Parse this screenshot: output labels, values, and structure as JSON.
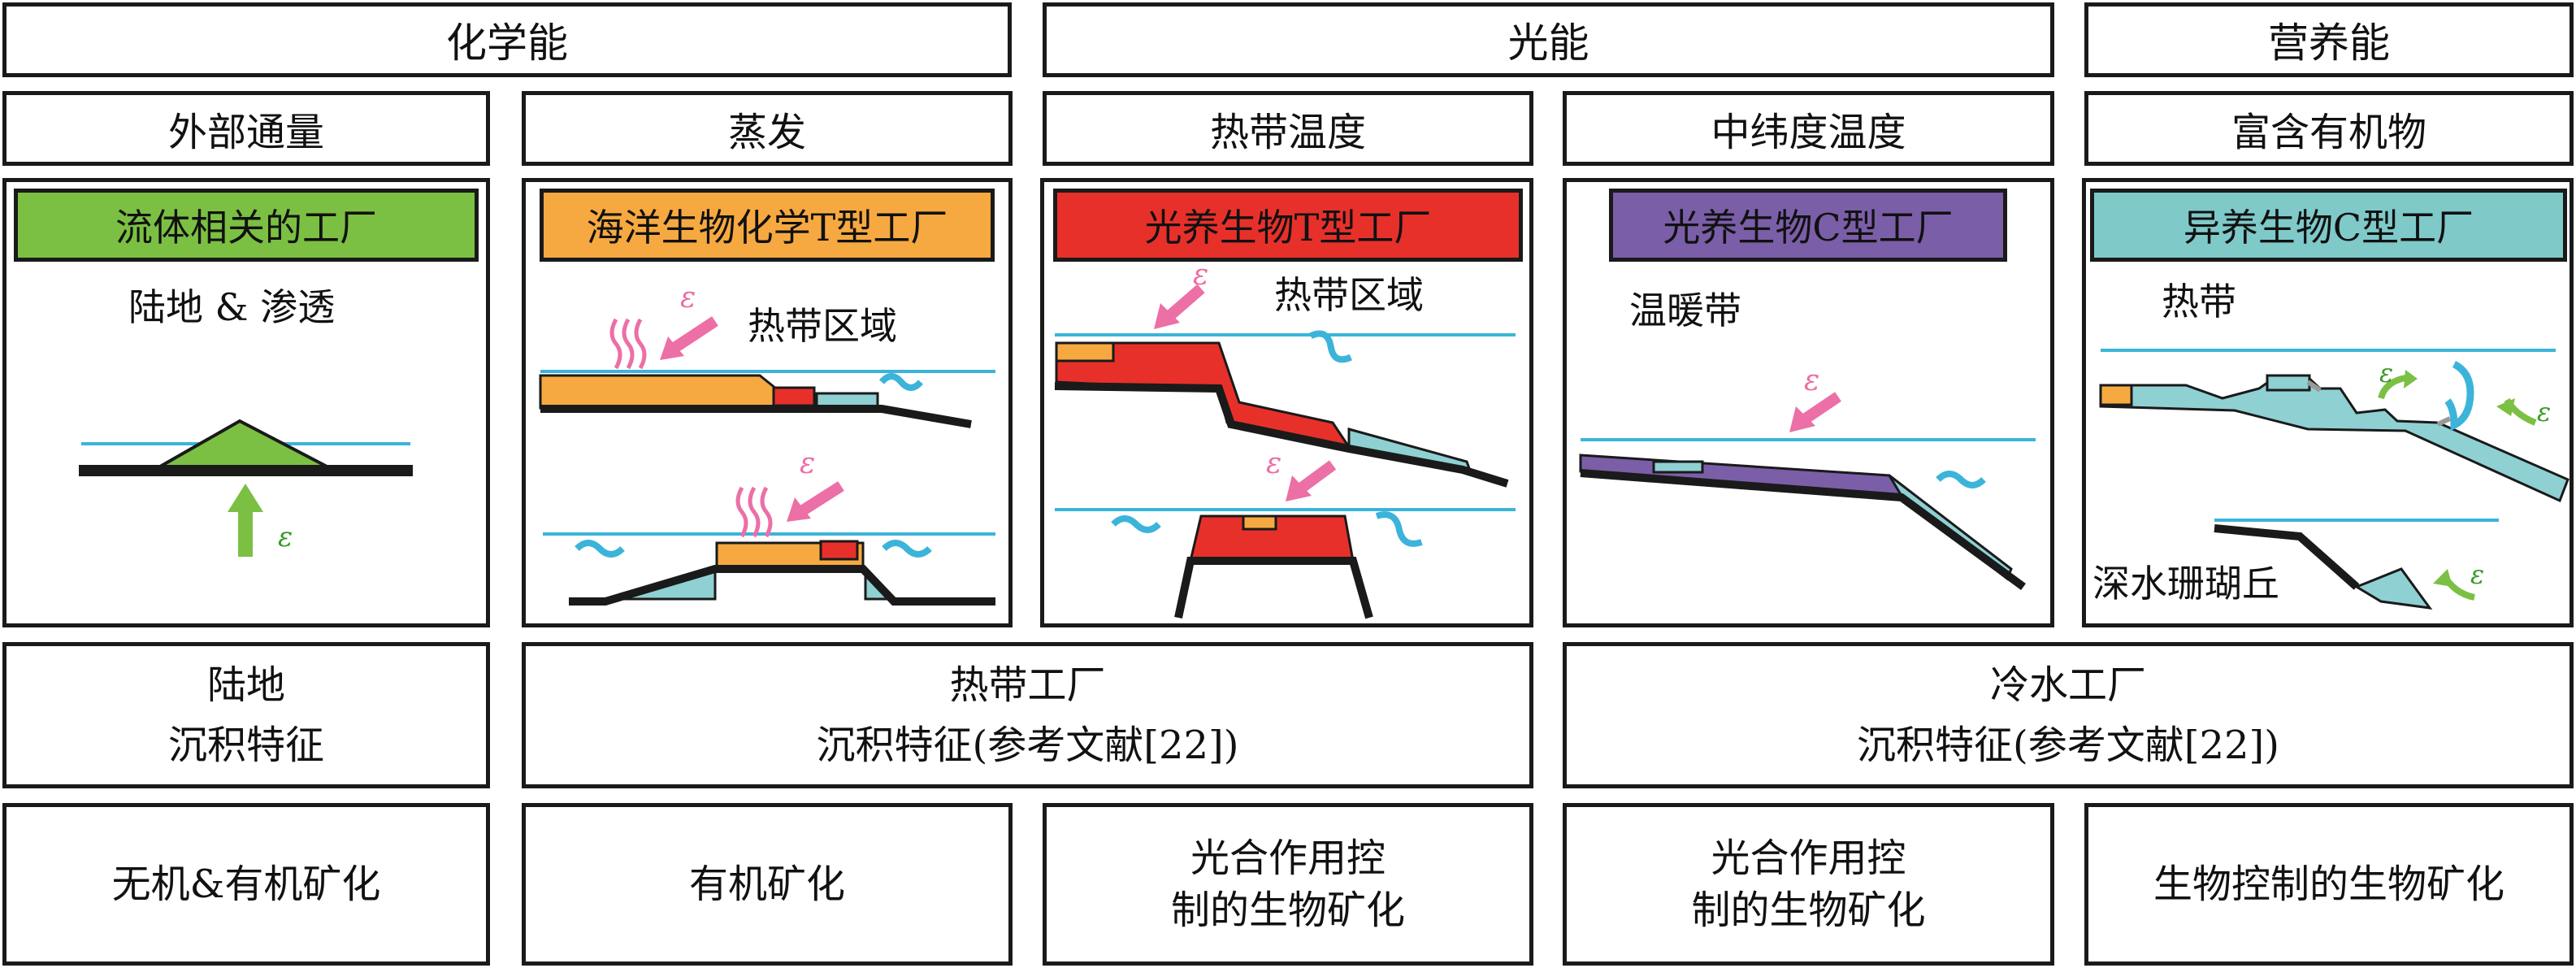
{
  "energy_headers": [
    "化学能",
    "光能",
    "营养能"
  ],
  "controls": [
    "外部通量",
    "蒸发",
    "热带温度",
    "中纬度温度",
    "富含有机物"
  ],
  "factories": {
    "fluid": {
      "label": "流体相关的工厂",
      "setting": "陆地 & 渗透",
      "color": "#7bc043"
    },
    "marine_t": {
      "label": "海洋生物化学T型工厂",
      "setting": "热带区域",
      "color": "#f7a941"
    },
    "photo_t": {
      "label": "光养生物T型工厂",
      "setting": "热带区域",
      "color": "#e8302a"
    },
    "photo_c": {
      "label": "光养生物C型工厂",
      "setting": "温暖带",
      "color": "#7b5ea8"
    },
    "hetero_c": {
      "label": "异养生物C型工厂",
      "setting": "热带",
      "setting2": "深水珊瑚丘",
      "color": "#7fc9c9"
    }
  },
  "symbol": "ε",
  "colors": {
    "water": "#3cb4d9",
    "arrow_pink": "#ec6fa6",
    "arrow_green": "#7bc043",
    "cyan_fill": "#8fd0d3",
    "dark": "#1a1a1a"
  },
  "sediment": {
    "land": {
      "line1": "陆地",
      "line2": "沉积特征"
    },
    "tropical": {
      "line1": "热带工厂",
      "line2": "沉积特征(参考文献[22])"
    },
    "cold": {
      "line1": "冷水工厂",
      "line2": "沉积特征(参考文献[22])"
    }
  },
  "mineralization": [
    {
      "line1": "无机&有机矿化",
      "line2": ""
    },
    {
      "line1": "有机矿化",
      "line2": ""
    },
    {
      "line1": "光合作用控",
      "line2": "制的生物矿化"
    },
    {
      "line1": "光合作用控",
      "line2": "制的生物矿化"
    },
    {
      "line1": "生物控制的生物矿化",
      "line2": ""
    }
  ]
}
